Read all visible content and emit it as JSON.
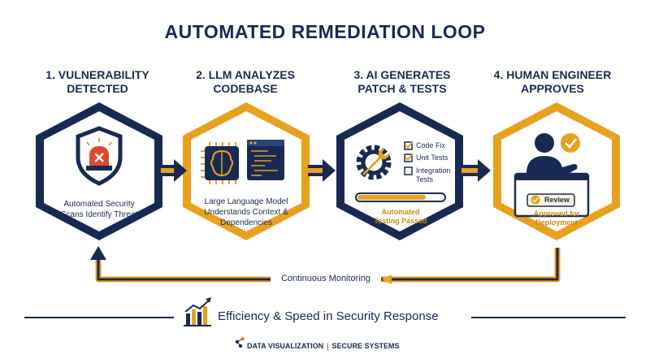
{
  "title": "AUTOMATED REMEDIATION LOOP",
  "steps": [
    {
      "title_lines": [
        "1. VULNERABILITY",
        "DETECTED"
      ],
      "desc_lines": [
        "Automated Security",
        "Scans Identify Threat"
      ]
    },
    {
      "title_lines": [
        "2. LLM ANALYZES",
        "CODEBASE"
      ],
      "desc_lines": [
        "Large Language Model",
        "Understands Context &",
        "Dependencies"
      ]
    },
    {
      "title_lines": [
        "3. AI GENERATES",
        "PATCH & TESTS"
      ],
      "checklist": [
        "Code Fix",
        "Unit Tests",
        "Integration",
        "Tests"
      ],
      "status_lines": [
        "Automated",
        "Testing Passed"
      ]
    },
    {
      "title_lines": [
        "4. HUMAN ENGINEER",
        "APPROVES"
      ],
      "review_label": "Review",
      "status_lines": [
        "Approved for",
        "Deployment"
      ]
    }
  ],
  "loop_label": "Continuous Monitoring",
  "footer": {
    "tagline": "Efficiency & Speed in Security Response",
    "brand_left": "DATA VISUALIZATION",
    "brand_sep": "|",
    "brand_right": "SECURE SYSTEMS"
  },
  "colors": {
    "navy": "#182a52",
    "gold": "#e8a01f",
    "alert_red": "#e04a2c"
  },
  "icons": [
    "siren-shield-icon",
    "brain-chip-icon",
    "code-window-icon",
    "gear-wrench-icon",
    "checkbox-icon",
    "person-check-icon",
    "bar-chart-icon",
    "network-logo-icon"
  ]
}
